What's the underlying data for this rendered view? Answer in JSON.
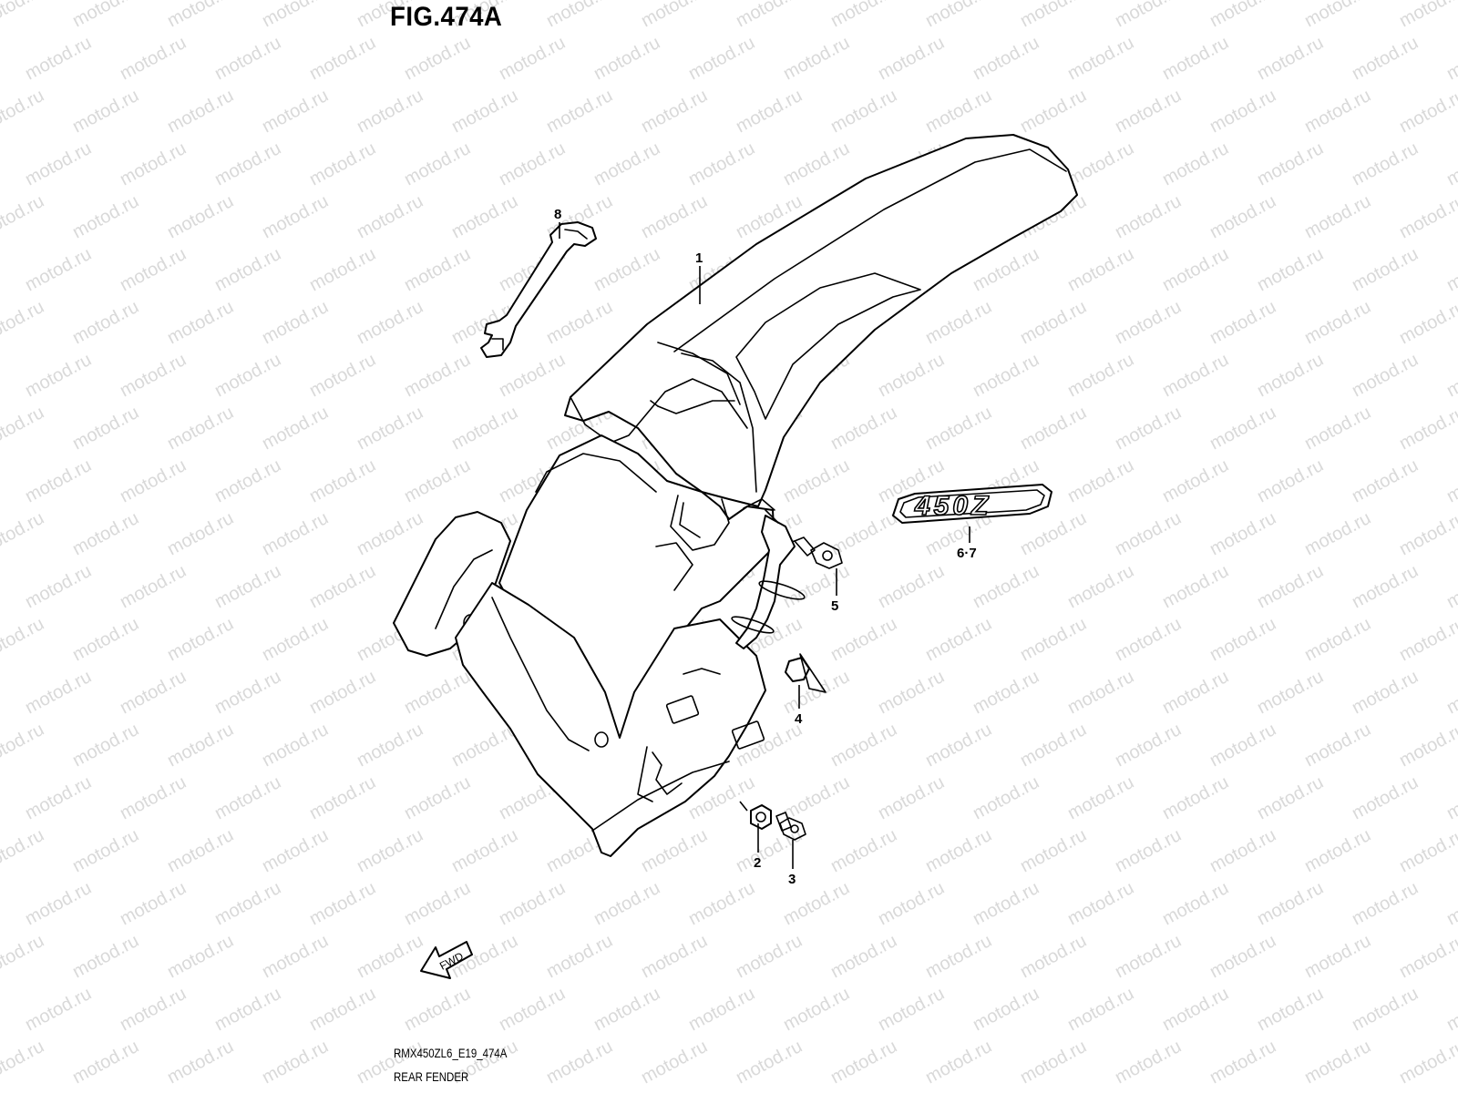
{
  "figure": {
    "title": "FIG.474A",
    "code": "RMX450ZL6_E19_474A",
    "name": "REAR FENDER"
  },
  "watermark": {
    "text": "motod.ru",
    "color": "#d9d9d9"
  },
  "direction_arrow": {
    "label": "FWD"
  },
  "decal": {
    "text": "450Z"
  },
  "callouts": [
    {
      "id": "part-1",
      "label": "1"
    },
    {
      "id": "part-2",
      "label": "2"
    },
    {
      "id": "part-3",
      "label": "3"
    },
    {
      "id": "part-4",
      "label": "4"
    },
    {
      "id": "part-5",
      "label": "5"
    },
    {
      "id": "part-6-7",
      "label": "6·7"
    },
    {
      "id": "part-8",
      "label": "8"
    }
  ]
}
